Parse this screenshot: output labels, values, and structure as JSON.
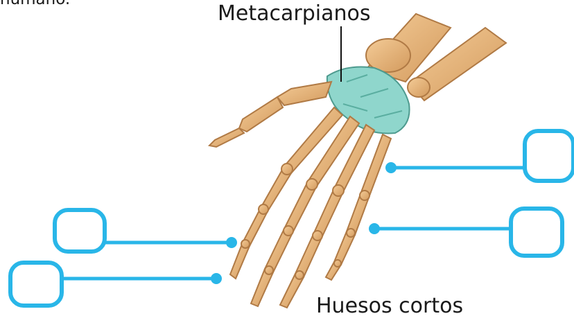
{
  "header_fragment": "humano.",
  "title_label": "Metacarpianos",
  "bottom_label": "Huesos cortos",
  "colors": {
    "accent": "#29b6e8",
    "bone": "#e6b07a",
    "carpal": "#8fd6cc"
  },
  "answer_boxes": [
    {
      "id": "box-left-upper",
      "value": ""
    },
    {
      "id": "box-left-lower",
      "value": ""
    },
    {
      "id": "box-right-upper",
      "value": ""
    },
    {
      "id": "box-right-lower",
      "value": ""
    }
  ]
}
